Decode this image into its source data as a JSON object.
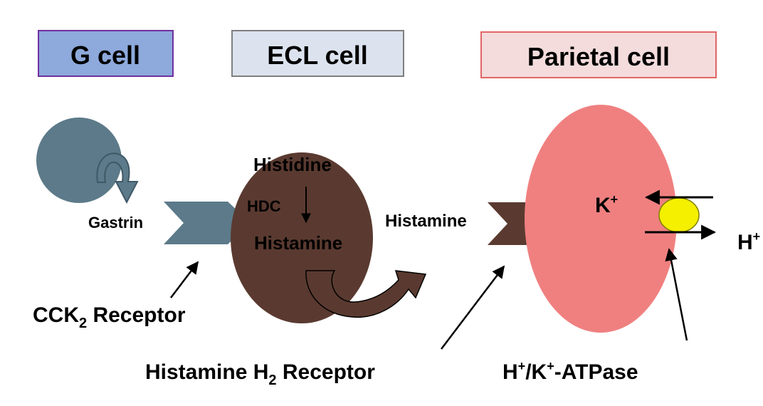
{
  "titles": {
    "g_cell": "G cell",
    "ecl_cell": "ECL cell",
    "parietal_cell": "Parietal cell"
  },
  "labels": {
    "gastrin": "Gastrin",
    "cck2_main": "CCK",
    "cck2_sub": "2",
    "cck2_rest": " Receptor",
    "histidine": "Histidine",
    "hdc": "HDC",
    "histamine_inside": "Histamine",
    "histamine_between": "Histamine",
    "h2_main": "Histamine H",
    "h2_sub": "2",
    "h2_rest": " Receptor",
    "k_ion": "K",
    "k_sup": "+",
    "h_ion": "H",
    "h_sup": "+",
    "atpase_h": "H",
    "atpase_sup1": "+",
    "atpase_mid": "/K",
    "atpase_sup2": "+",
    "atpase_rest": "-ATPase"
  },
  "colors": {
    "g_cell_box": "#8EA9DB",
    "g_cell_box_border": "#7030A0",
    "ecl_cell_box": "#DCE3EF",
    "ecl_cell_box_border": "#7F7F7F",
    "parietal_cell_box": "#F4DCDC",
    "parietal_cell_box_border": "#E06666",
    "g_cell": "#5C7A89",
    "ecl_cell": "#5A3A30",
    "parietal_cell": "#F08080",
    "atpase": "#F5F000"
  }
}
